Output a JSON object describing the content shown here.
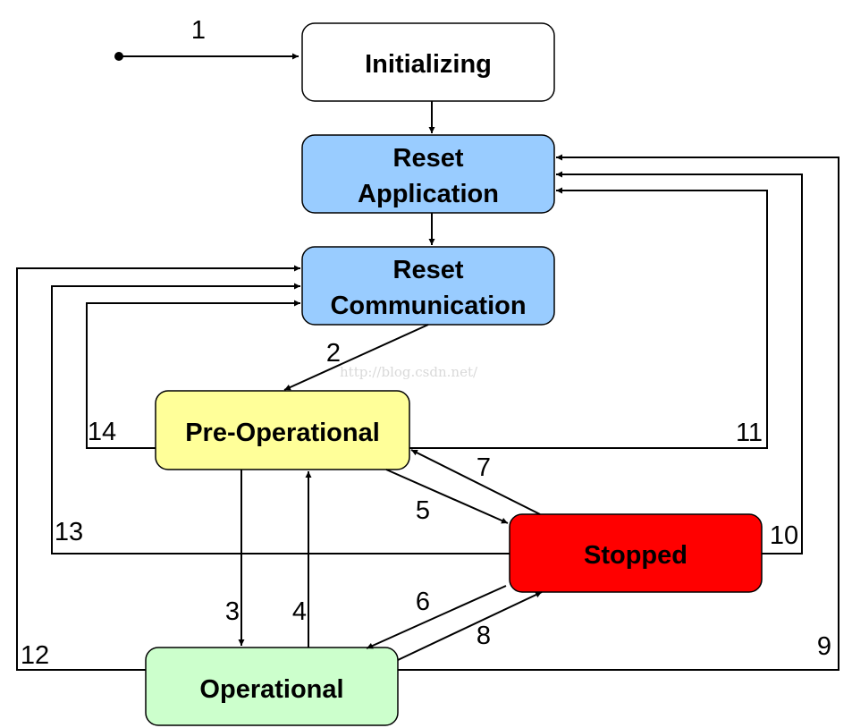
{
  "states": {
    "initializing": {
      "label": "Initializing",
      "color": "#ffffff"
    },
    "reset_application": {
      "label_line1": "Reset",
      "label_line2": "Application",
      "color": "#99ccff"
    },
    "reset_communication": {
      "label_line1": "Reset",
      "label_line2": "Communication",
      "color": "#99ccff"
    },
    "pre_operational": {
      "label": "Pre-Operational",
      "color": "#ffff99"
    },
    "stopped": {
      "label": "Stopped",
      "color": "#ff0000"
    },
    "operational": {
      "label": "Operational",
      "color": "#ccffcc"
    }
  },
  "transitions": {
    "t1": "1",
    "t2": "2",
    "t3": "3",
    "t4": "4",
    "t5": "5",
    "t6": "6",
    "t7": "7",
    "t8": "8",
    "t9": "9",
    "t10": "10",
    "t11": "11",
    "t12": "12",
    "t13": "13",
    "t14": "14"
  },
  "watermark": "http://blog.csdn.net/"
}
